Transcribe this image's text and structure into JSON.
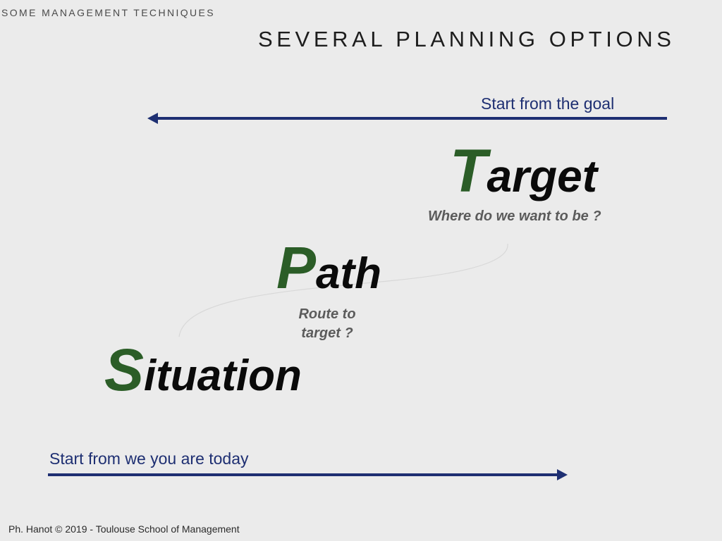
{
  "header": {
    "section_label": "SOME MANAGEMENT TECHNIQUES",
    "title": "SEVERAL PLANNING OPTIONS"
  },
  "arrows": {
    "goal_label": "Start from the goal",
    "today_label": "Start from we you are today"
  },
  "steps": {
    "target": {
      "initial": "T",
      "rest": "arget",
      "subtitle": "Where do we want to be ?"
    },
    "path": {
      "initial": "P",
      "rest": "ath",
      "subtitle": "Route to target ?"
    },
    "situation": {
      "initial": "S",
      "rest": "ituation"
    }
  },
  "colors": {
    "arrow": "#1e2f72",
    "initial": "#2b5d27",
    "word": "#0a0a0a",
    "subtitle": "#5b5b5b",
    "background": "#ebebeb"
  },
  "footer": {
    "text": "Ph. Hanot © 2019  -  Toulouse School of Management"
  }
}
